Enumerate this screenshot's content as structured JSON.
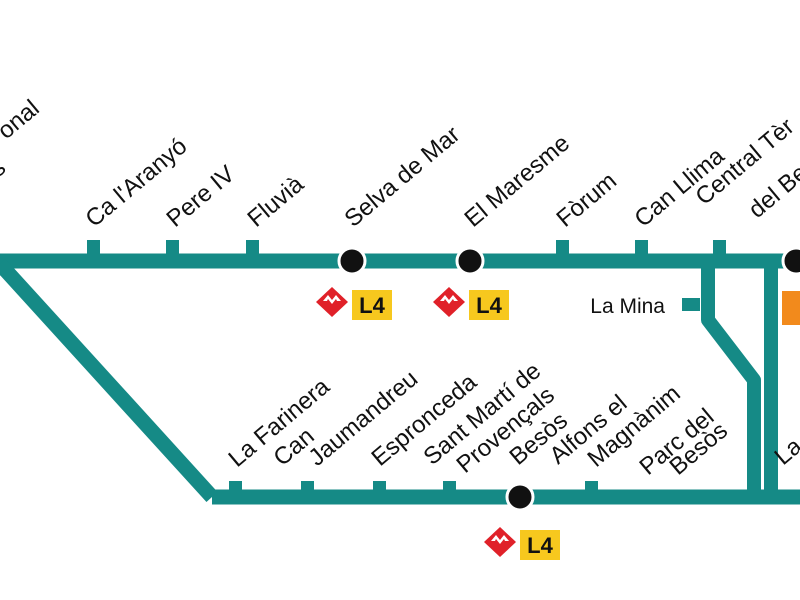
{
  "map": {
    "colors": {
      "line": "#158a86",
      "interchange": "#111111",
      "metro_red": "#e02129",
      "l4_yellow": "#f7c81e",
      "other_line_orange": "#f28a1c"
    },
    "stations_top": [
      {
        "id": "clipped-left-1",
        "label": "onal"
      },
      {
        "id": "ca-laranyo",
        "label": "Ca l'Aranyó"
      },
      {
        "id": "pere-iv",
        "label": "Pere IV"
      },
      {
        "id": "fluvia",
        "label": "Fluvià"
      },
      {
        "id": "selva-de-mar",
        "label": "Selva de Mar"
      },
      {
        "id": "el-maresme",
        "label": "El Maresme"
      },
      {
        "id": "forum",
        "label": "Fòrum"
      },
      {
        "id": "can-llima",
        "label": "Can Llima"
      },
      {
        "id": "central-termica",
        "label_lines": [
          "Central Tèr",
          "del Be"
        ]
      }
    ],
    "stations_bottom": [
      {
        "id": "la-farinera",
        "label": "La Farinera"
      },
      {
        "id": "can-jaumandreu",
        "label_lines": [
          "Can",
          "Jaumandreu"
        ]
      },
      {
        "id": "espronceda",
        "label": "Espronceda"
      },
      {
        "id": "sant-marti",
        "label_lines": [
          "Sant Martí de",
          "Provençals"
        ]
      },
      {
        "id": "besos",
        "label": "Besòs"
      },
      {
        "id": "alfons-el-magnanim",
        "label_lines": [
          "Alfons el",
          "Magnànim"
        ]
      },
      {
        "id": "parc-del-besos",
        "label_lines": [
          "Parc del",
          "Besòs"
        ]
      },
      {
        "id": "clipped-right-la",
        "label": "La"
      }
    ],
    "side_station": {
      "id": "la-mina",
      "label": "La Mina"
    },
    "clipped_left_s": "s",
    "interchanges": [
      {
        "at": "selva-de-mar",
        "metro_line": "L4"
      },
      {
        "at": "el-maresme",
        "metro_line": "L4"
      },
      {
        "at": "besos",
        "metro_line": "L4"
      }
    ]
  }
}
